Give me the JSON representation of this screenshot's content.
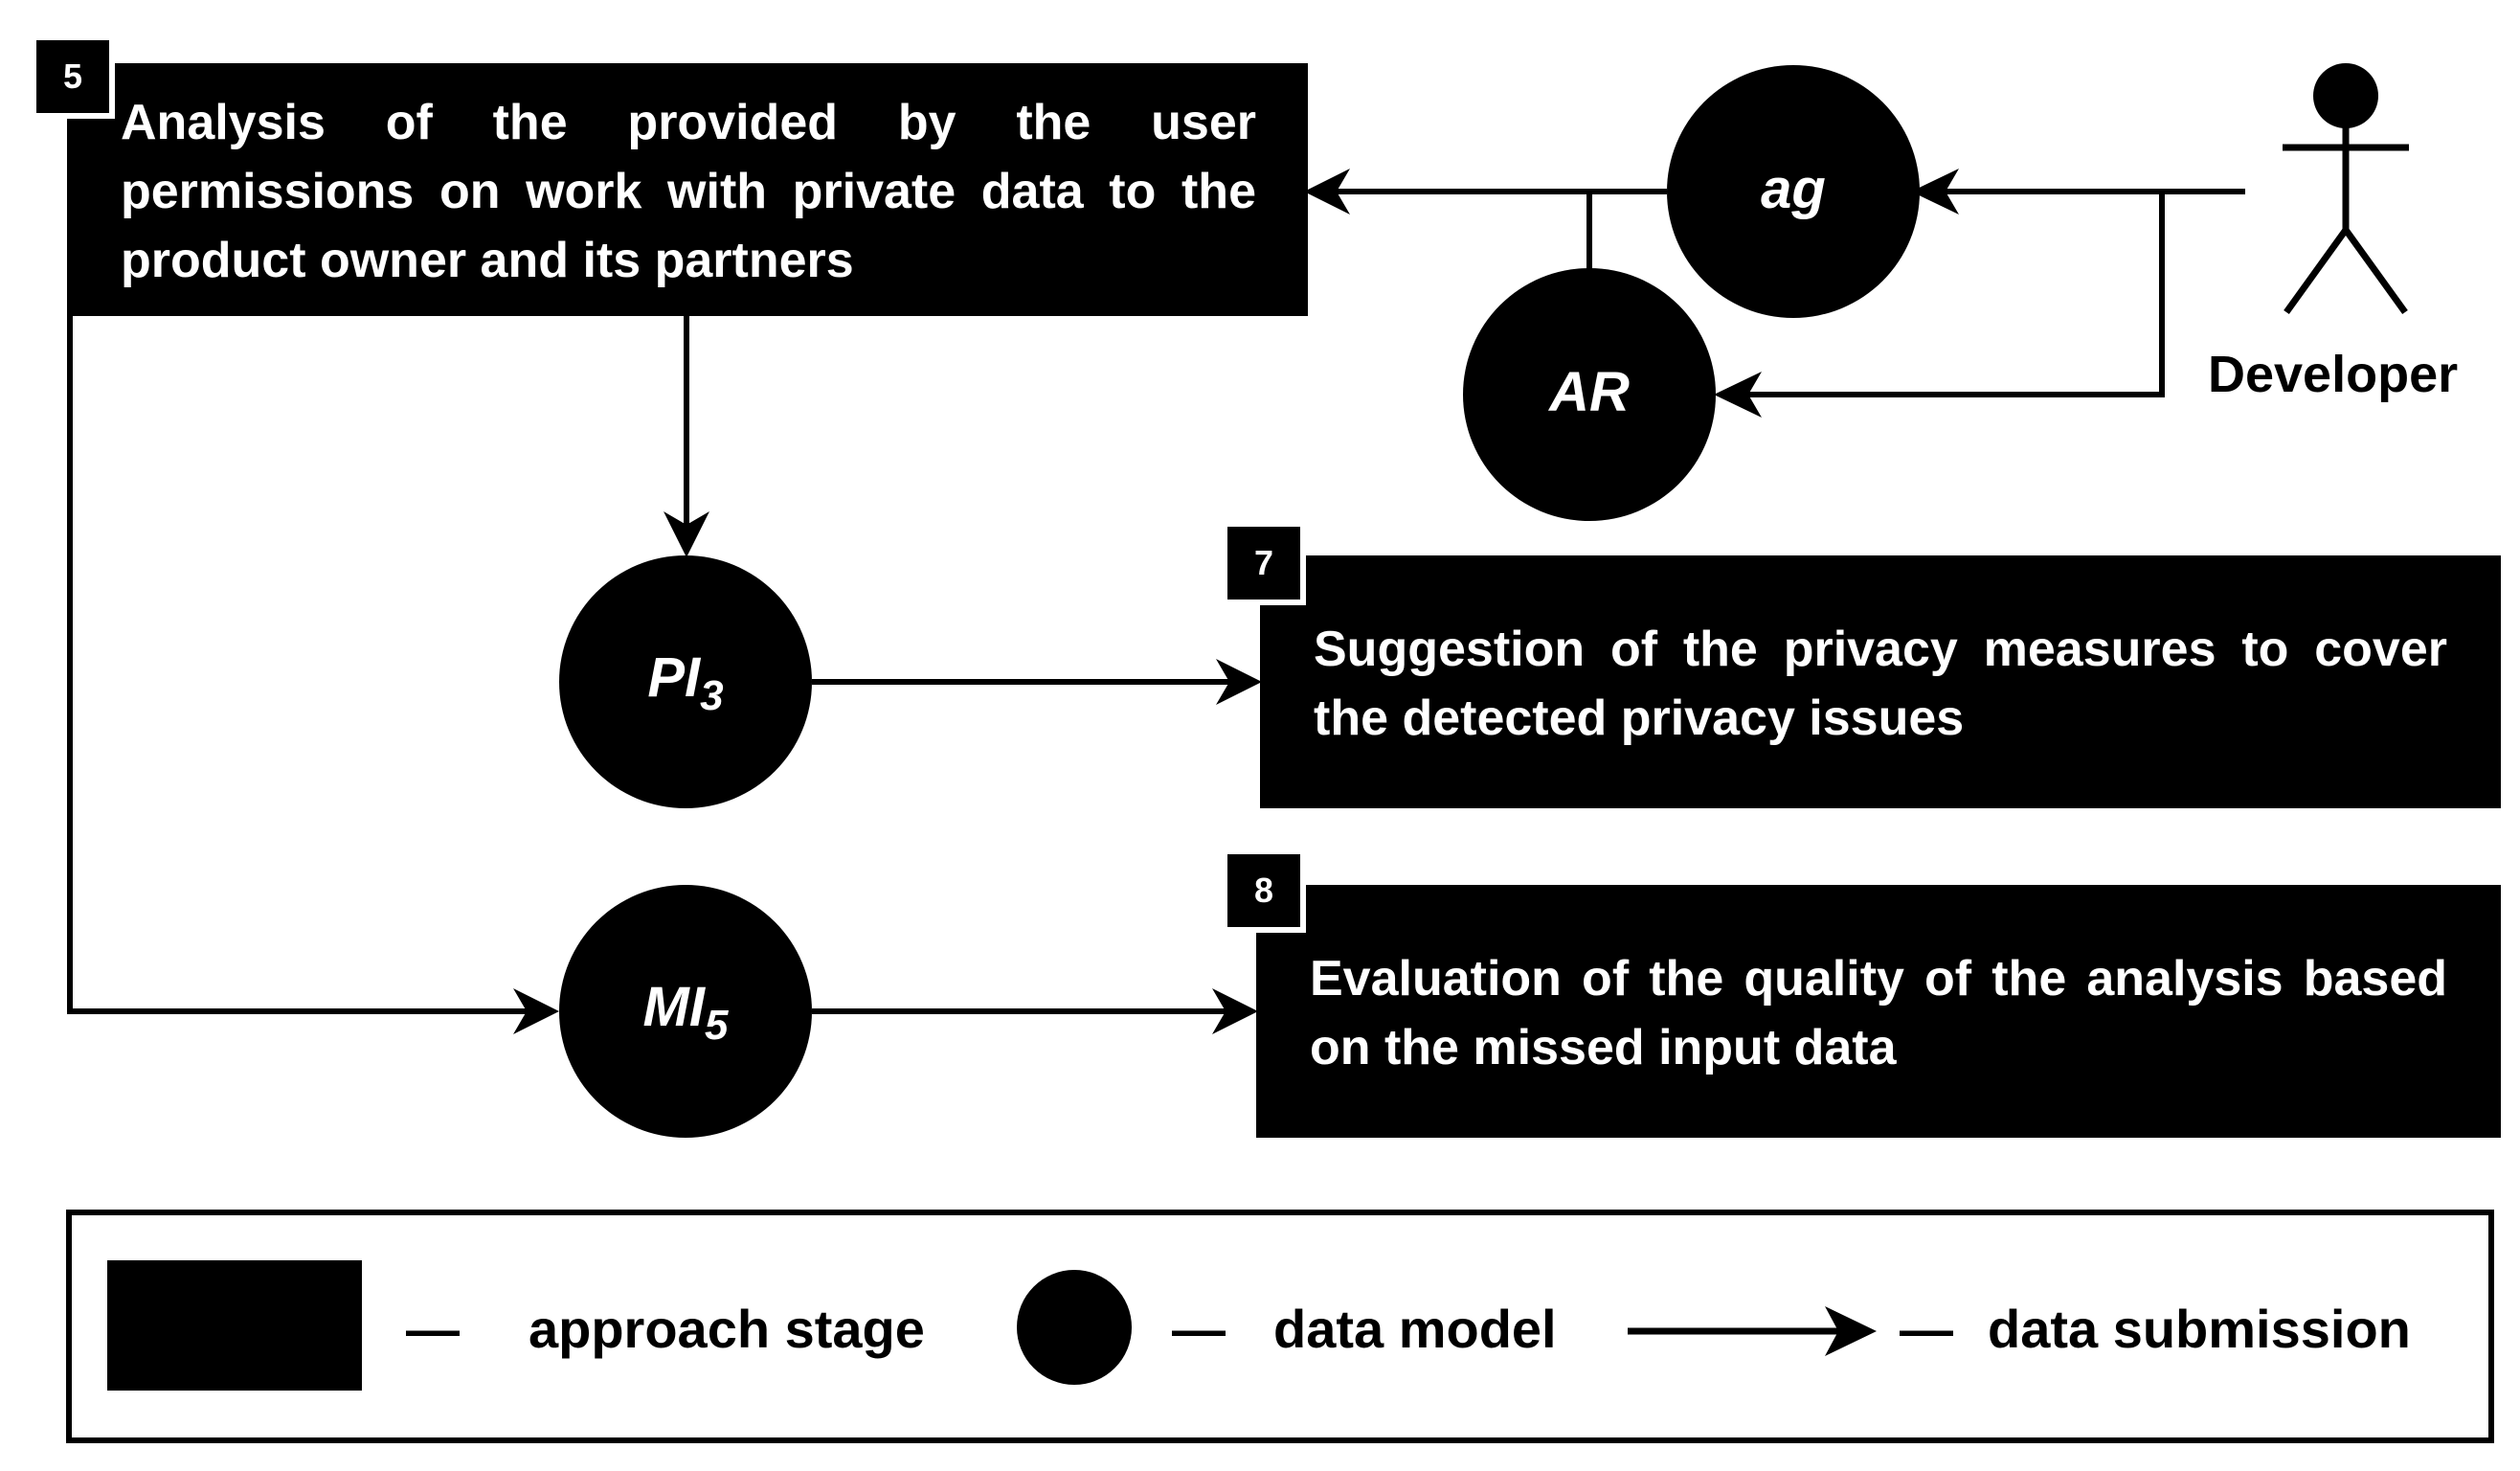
{
  "stages": [
    {
      "number": "5",
      "text": "Analysis of the provided by the user permissions on work with private data to the product owner and its partners"
    },
    {
      "number": "7",
      "text": "Suggestion of the privacy measures to cover the detected privacy issues"
    },
    {
      "number": "8",
      "text": "Evaluation of the quality of the analysis based on the missed input data"
    }
  ],
  "models": [
    {
      "base": "ag",
      "sub": ""
    },
    {
      "base": "AR",
      "sub": ""
    },
    {
      "base": "PI",
      "sub": "3"
    },
    {
      "base": "MI",
      "sub": "5"
    }
  ],
  "actor": {
    "label": "Developer"
  },
  "legend": {
    "stage_label": "approach stage",
    "model_label": "data model",
    "arrow_label": "data submission",
    "dash": "—"
  },
  "colors": {
    "fill": "#000000",
    "background": "#ffffff"
  }
}
